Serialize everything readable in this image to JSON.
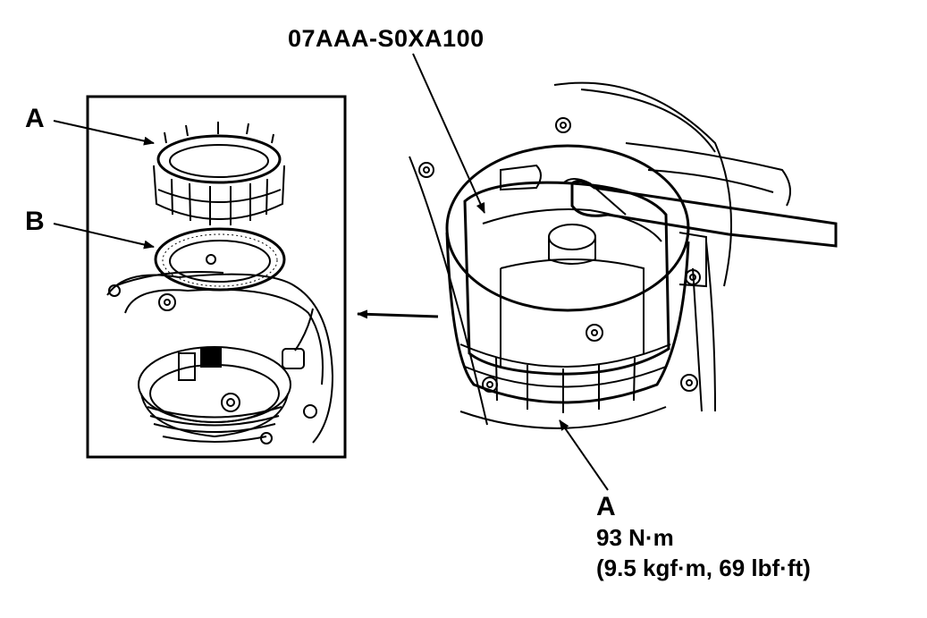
{
  "title": "",
  "labels": {
    "tool_number": "07AAA-S0XA100",
    "inset_label_a": "A",
    "inset_label_b": "B",
    "main_label_a": "A",
    "torque_value": "93 N·m",
    "torque_alt": "(9.5 kgf·m, 69 lbf·ft)"
  },
  "colors": {
    "line": "#000000",
    "background": "#ffffff"
  }
}
